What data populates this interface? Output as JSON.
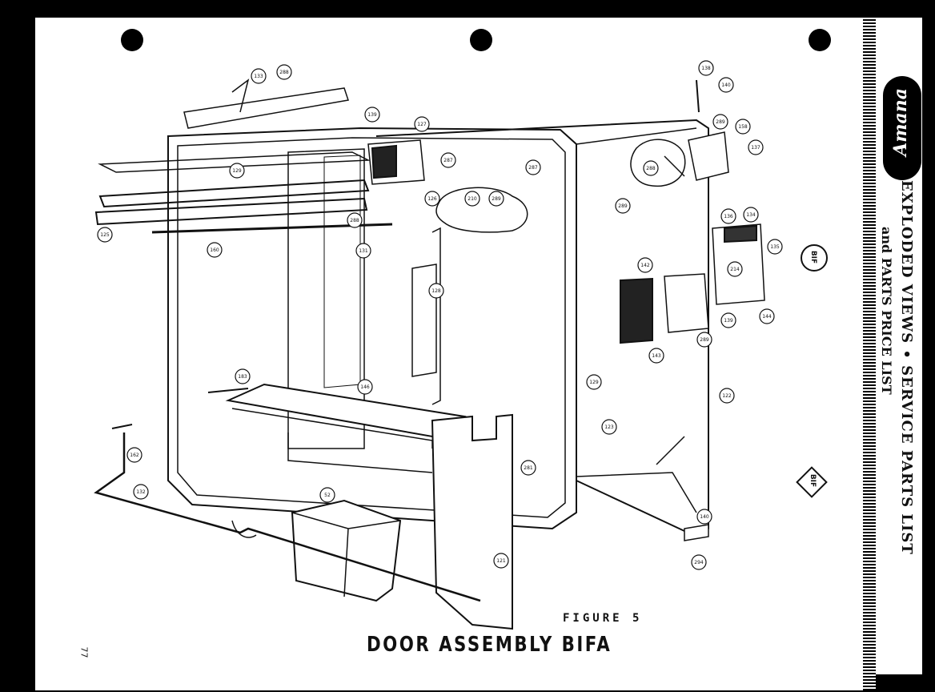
{
  "figure_label": "FIGURE 5",
  "title": "DOOR ASSEMBLY BIFA",
  "page_number": "77",
  "brand": "Amana",
  "sidebar": {
    "heading": "EXPLODED VIEWS • SERVICE PARTS LIST",
    "subheading": "and PARTS PRICE LIST"
  },
  "stamps": {
    "circle": "BIF",
    "diamond": "BIF"
  },
  "callouts": [
    "133",
    "288",
    "139",
    "127",
    "129",
    "287",
    "126",
    "210",
    "289",
    "125",
    "160",
    "288",
    "131",
    "128",
    "183",
    "146",
    "129",
    "123",
    "281",
    "162",
    "52",
    "121",
    "132",
    "138",
    "140",
    "289",
    "158",
    "137",
    "288",
    "287",
    "289",
    "136",
    "134",
    "135",
    "214",
    "142",
    "143",
    "139",
    "144",
    "289",
    "122",
    "140",
    "294"
  ]
}
